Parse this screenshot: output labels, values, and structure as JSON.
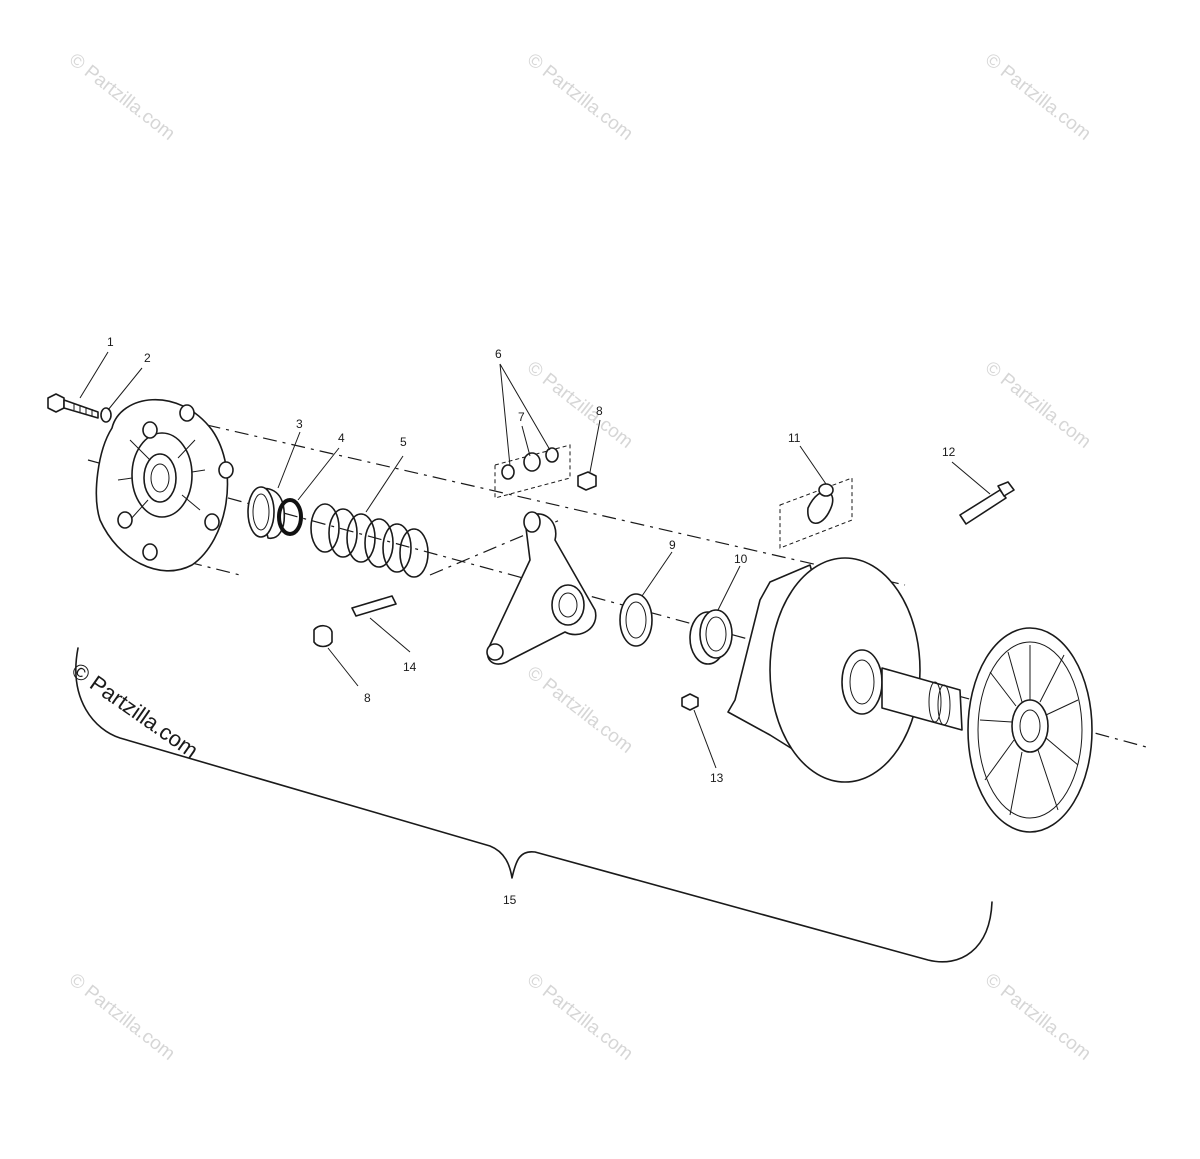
{
  "watermark": {
    "text": "© Partzilla.com",
    "main_text": "© Partzilla.com"
  },
  "callouts": [
    {
      "label": "1"
    },
    {
      "label": "2"
    },
    {
      "label": "3"
    },
    {
      "label": "4"
    },
    {
      "label": "5"
    },
    {
      "label": "6"
    },
    {
      "label": "7"
    },
    {
      "label": "8"
    },
    {
      "label": "8"
    },
    {
      "label": "9"
    },
    {
      "label": "10"
    },
    {
      "label": "11"
    },
    {
      "label": "12"
    },
    {
      "label": "13"
    },
    {
      "label": "14"
    },
    {
      "label": "15"
    }
  ]
}
